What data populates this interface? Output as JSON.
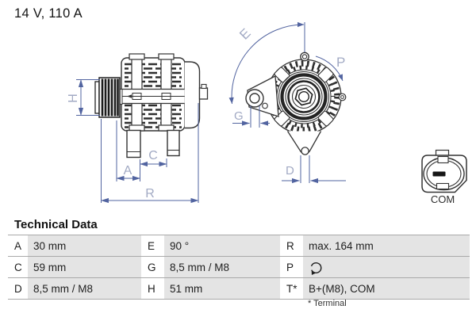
{
  "title": "14 V, 110 A",
  "diagram": {
    "side_view": {
      "dim_h": "H",
      "dim_a": "A",
      "dim_c": "C",
      "dim_r": "R"
    },
    "front_view": {
      "dim_e": "E",
      "dim_p": "P",
      "dim_g": "G",
      "dim_d": "D"
    },
    "connector": {
      "label": "COM"
    }
  },
  "table": {
    "heading": "Technical Data",
    "footnote": "* Terminal",
    "rows": [
      {
        "c1_label": "A",
        "c1_value": "30 mm",
        "c2_label": "E",
        "c2_value": "90 °",
        "c3_label": "R",
        "c3_value": "max. 164 mm"
      },
      {
        "c1_label": "C",
        "c1_value": "59 mm",
        "c2_label": "G",
        "c2_value": "8,5 mm / M8",
        "c3_label": "P",
        "c3_value": ""
      },
      {
        "c1_label": "D",
        "c1_value": "8,5 mm / M8",
        "c2_label": "H",
        "c2_value": "51 mm",
        "c3_label": "T*",
        "c3_value": "B+(M8), COM"
      }
    ]
  },
  "colors": {
    "drawing_line": "#333333",
    "dimension_line": "#5264a0",
    "dimension_label": "#a2aac4",
    "table_value_bg": "#e4e4e4",
    "table_border": "#a9a9a9"
  }
}
